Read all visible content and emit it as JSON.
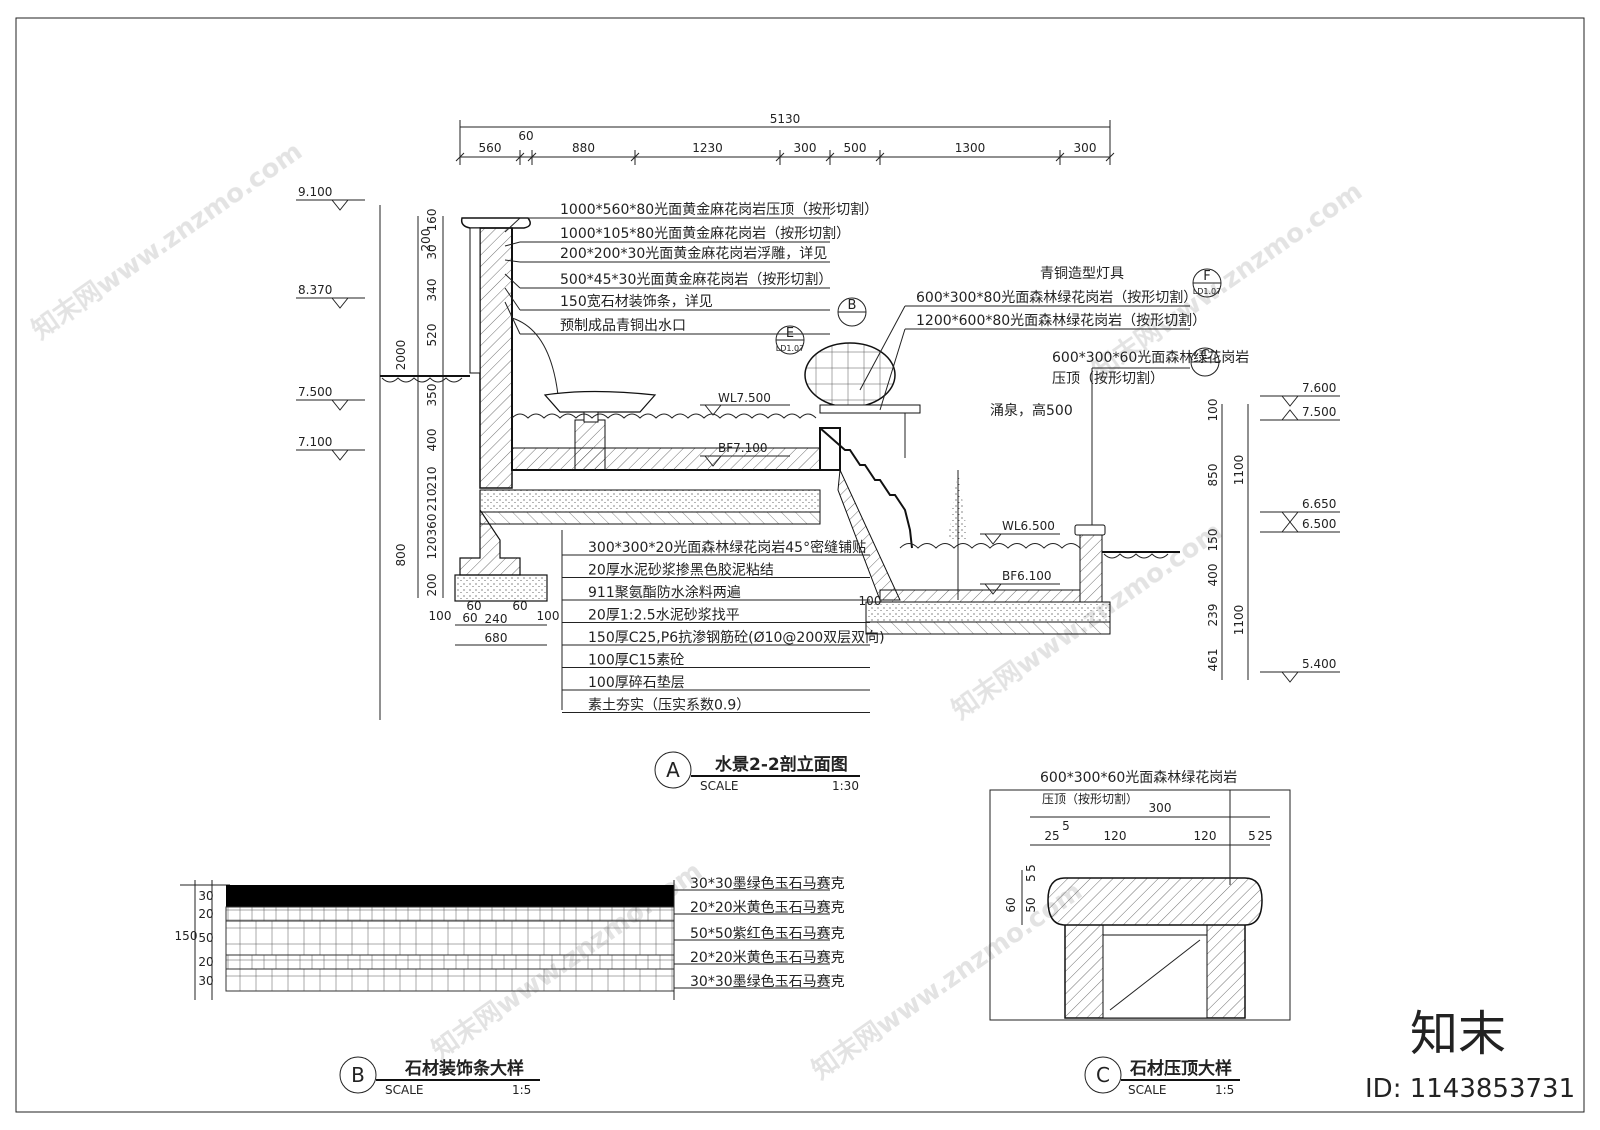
{
  "top_dims": {
    "total": "5130",
    "segments": [
      "560",
      "60",
      "880",
      "1230",
      "300",
      "500",
      "1300",
      "300"
    ]
  },
  "left_levels": [
    "9.100",
    "8.370",
    "7.500",
    "7.100"
  ],
  "left_vdims": [
    "160",
    "30",
    "200",
    "340",
    "2000",
    "520",
    "350",
    "400",
    "210",
    "210",
    "360",
    "120",
    "800",
    "200"
  ],
  "right_levels": [
    "7.600",
    "7.500",
    "6.650",
    "6.500",
    "5.400"
  ],
  "right_vdims": [
    "100",
    "850",
    "1100",
    "150",
    "400",
    "239",
    "1100",
    "461"
  ],
  "water_labels": [
    "WL7.500",
    "BF7.100",
    "WL6.500",
    "BF6.100"
  ],
  "fountain_label": "涌泉，高500",
  "bottom_dims": [
    "100",
    "60",
    "240",
    "60",
    "100",
    "60",
    "680"
  ],
  "dim_100_right": "100",
  "callouts_top": [
    "1000*560*80光面黄金麻花岗岩压顶（按形切割）",
    "1000*105*80光面黄金麻花岗岩（按形切割）",
    "200*200*30光面黄金麻花岗岩浮雕，详见",
    "500*45*30光面黄金麻花岗岩（按形切割）",
    "150宽石材装饰条，详见",
    "预制成品青铜出水口"
  ],
  "callouts_right": [
    "青铜造型灯具",
    "600*300*80光面森林绿花岗岩（按形切割）",
    "1200*600*80光面森林绿花岗岩（按形切割）",
    "600*300*60光面森林绿花岗岩",
    "压顶（按形切割）"
  ],
  "layers": [
    "300*300*20光面森林绿花岗岩45°密缝铺贴",
    "20厚水泥砂浆掺黑色胶泥粘结",
    "911聚氨酯防水涂料两遍",
    "20厚1:2.5水泥砂浆找平",
    "150厚C25,P6抗渗钢筋砼(Ø10@200双层双向)",
    "100厚C15素砼",
    "100厚碎石垫层",
    "素土夯实（压实系数0.9）"
  ],
  "detail_refs": {
    "b": "B",
    "e": "E",
    "f": "F",
    "c": "C",
    "e_sub": "LD1.07",
    "f_sub": "LD1.07"
  },
  "title_a": {
    "letter": "A",
    "title": "水景2-2剖立面图",
    "scale_label": "SCALE",
    "scale": "1:30"
  },
  "detail_b": {
    "letter": "B",
    "title": "石材装饰条大样",
    "scale_label": "SCALE",
    "scale": "1:5",
    "dims": [
      "30",
      "20",
      "150",
      "50",
      "20",
      "30"
    ],
    "layers": [
      "30*30墨绿色玉石马赛克",
      "20*20米黄色玉石马赛克",
      "50*50紫红色玉石马赛克",
      "20*20米黄色玉石马赛克",
      "30*30墨绿色玉石马赛克"
    ]
  },
  "detail_c": {
    "letter": "C",
    "title": "石材压顶大样",
    "scale_label": "SCALE",
    "scale": "1:5",
    "note1": "600*300*60光面森林绿花岗岩",
    "note2": "压顶（按形切割）",
    "top_dim": "300",
    "sub_dims": [
      "25",
      "5",
      "120",
      "120",
      "5",
      "25"
    ],
    "vdims": [
      "60",
      "50",
      "5",
      "5"
    ]
  },
  "watermark": {
    "logo": "知末",
    "id": "ID: 1143853731",
    "text": "知末网www.znzmo.com"
  }
}
